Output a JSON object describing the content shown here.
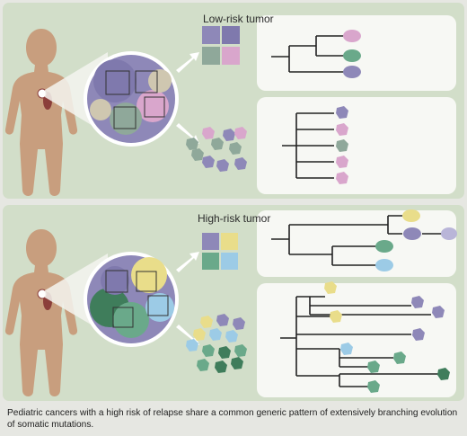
{
  "panels": {
    "low": {
      "title": "Low-risk tumor"
    },
    "high": {
      "title": "High-risk tumor"
    }
  },
  "caption": "Pediatric cancers with a high risk of relapse share a common generic pattern of extensively branching evolution of somatic mutations.",
  "colors": {
    "panel_bg": "#d2dec9",
    "tree_box_bg": "#f7f8f4",
    "skin": "#c89e7e",
    "kidney": "#8b3e3a",
    "purple_cell": "#8e88b8",
    "pink_cell": "#d9a6cc",
    "gray_green_cell": "#8fa89a",
    "yellow_cell": "#e9dd8a",
    "green_cell": "#6aa98a",
    "blue_cell": "#9ccbe6",
    "dark_green_cell": "#3f7d5b",
    "beige_cell": "#cfc7b0"
  }
}
